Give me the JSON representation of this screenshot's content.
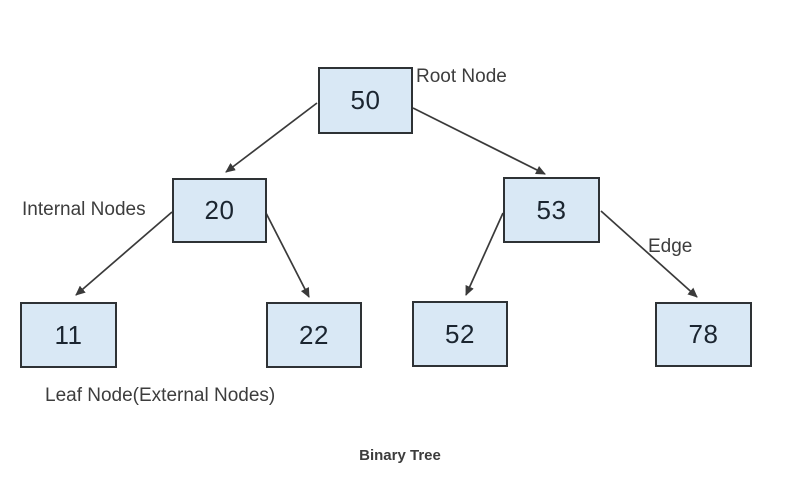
{
  "diagram": {
    "title": "Binary Tree",
    "nodes": {
      "root": "50",
      "left_internal": "20",
      "right_internal": "53",
      "leaf_1": "11",
      "leaf_2": "22",
      "leaf_3": "52",
      "leaf_4": "78"
    },
    "annotations": {
      "root_label": "Root Node",
      "internal_label": "Internal Nodes",
      "edge_label": "Edge",
      "leaf_label": "Leaf Node(External Nodes)"
    },
    "edges": [
      {
        "from": "50",
        "to": "20"
      },
      {
        "from": "50",
        "to": "53"
      },
      {
        "from": "20",
        "to": "11"
      },
      {
        "from": "20",
        "to": "22"
      },
      {
        "from": "53",
        "to": "52"
      },
      {
        "from": "53",
        "to": "78"
      }
    ],
    "colors": {
      "node_fill": "#d9e8f5",
      "node_border": "#2e3235",
      "arrow": "#3a3a3a",
      "node_text": "#1b2530",
      "label_text": "#3d3d3d",
      "background": "#ffffff"
    }
  }
}
